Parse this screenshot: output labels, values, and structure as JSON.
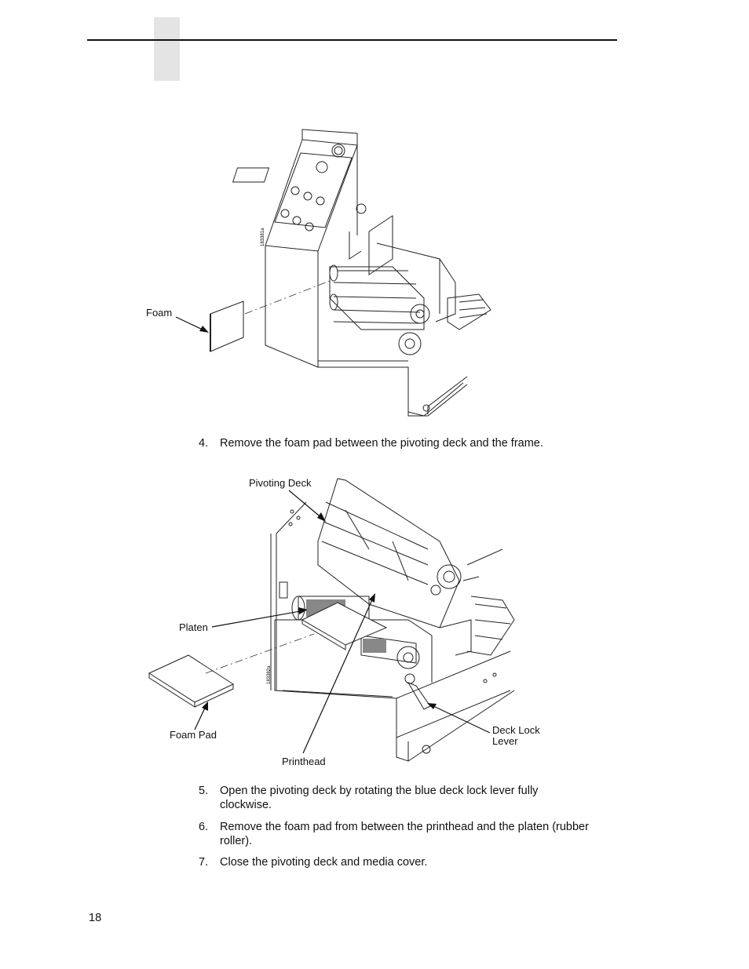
{
  "page": {
    "number": "18"
  },
  "figure1": {
    "label_foam": "Foam",
    "figure_code": "183381a"
  },
  "steps": [
    {
      "num": "4.",
      "text": "Remove the foam pad between the pivoting deck and the frame."
    },
    {
      "num": "5.",
      "text": "Open the pivoting deck by rotating the blue deck lock lever fully clockwise."
    },
    {
      "num": "6.",
      "text": "Remove the foam pad from between the printhead and the platen (rubber roller)."
    },
    {
      "num": "7.",
      "text": "Close the pivoting deck and media cover."
    }
  ],
  "figure2": {
    "label_pivoting_deck": "Pivoting Deck",
    "label_platen": "Platen",
    "label_foam_pad": "Foam Pad",
    "label_printhead": "Printhead",
    "label_deck_lock_line1": "Deck Lock",
    "label_deck_lock_line2": "Lever",
    "figure_code": "183382a"
  }
}
